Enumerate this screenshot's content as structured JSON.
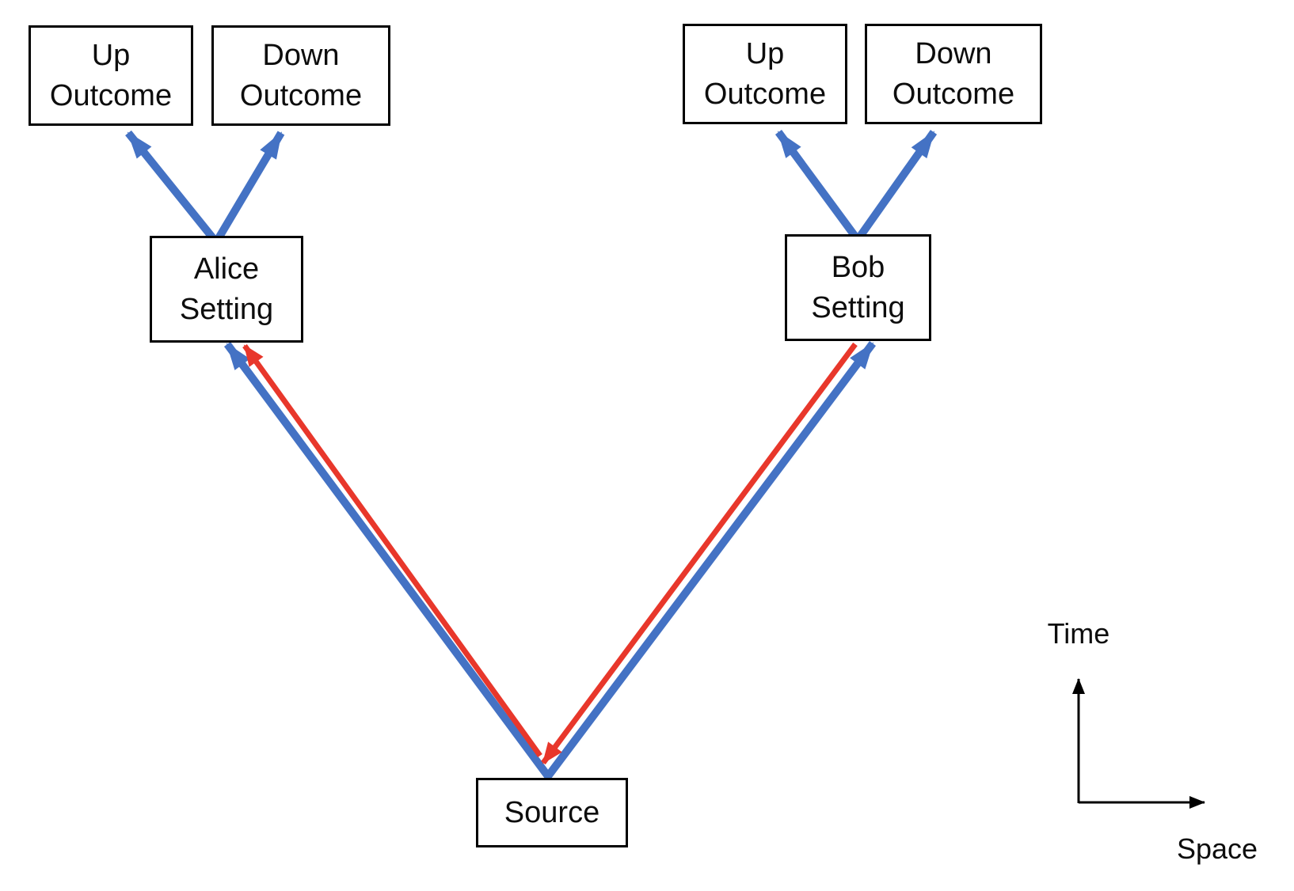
{
  "colors": {
    "causal_arrow_blue": "#4472C4",
    "retrocausal_arrow_red": "#E8372B",
    "axis_black": "#000000",
    "box_border": "#000000",
    "text": "#0D0D0D",
    "background": "#FFFFFF"
  },
  "nodes": {
    "alice_up_outcome": {
      "label": "Up\nOutcome"
    },
    "alice_down_outcome": {
      "label": "Down\nOutcome"
    },
    "alice_setting": {
      "label": "Alice\nSetting"
    },
    "bob_up_outcome": {
      "label": "Up\nOutcome"
    },
    "bob_down_outcome": {
      "label": "Down\nOutcome"
    },
    "bob_setting": {
      "label": "Bob\nSetting"
    },
    "source": {
      "label": "Source"
    }
  },
  "axes": {
    "vertical_label": "Time",
    "horizontal_label": "Space"
  },
  "edges": [
    {
      "from": "alice_setting",
      "to": "alice_up_outcome",
      "color": "blue"
    },
    {
      "from": "alice_setting",
      "to": "alice_down_outcome",
      "color": "blue"
    },
    {
      "from": "bob_setting",
      "to": "bob_up_outcome",
      "color": "blue"
    },
    {
      "from": "bob_setting",
      "to": "bob_down_outcome",
      "color": "blue"
    },
    {
      "from": "source",
      "to": "alice_setting",
      "color": "blue"
    },
    {
      "from": "source",
      "to": "bob_setting",
      "color": "blue"
    },
    {
      "from": "bob_setting",
      "to": "source",
      "color": "red"
    },
    {
      "from": "source",
      "to": "alice_setting",
      "color": "red"
    }
  ]
}
